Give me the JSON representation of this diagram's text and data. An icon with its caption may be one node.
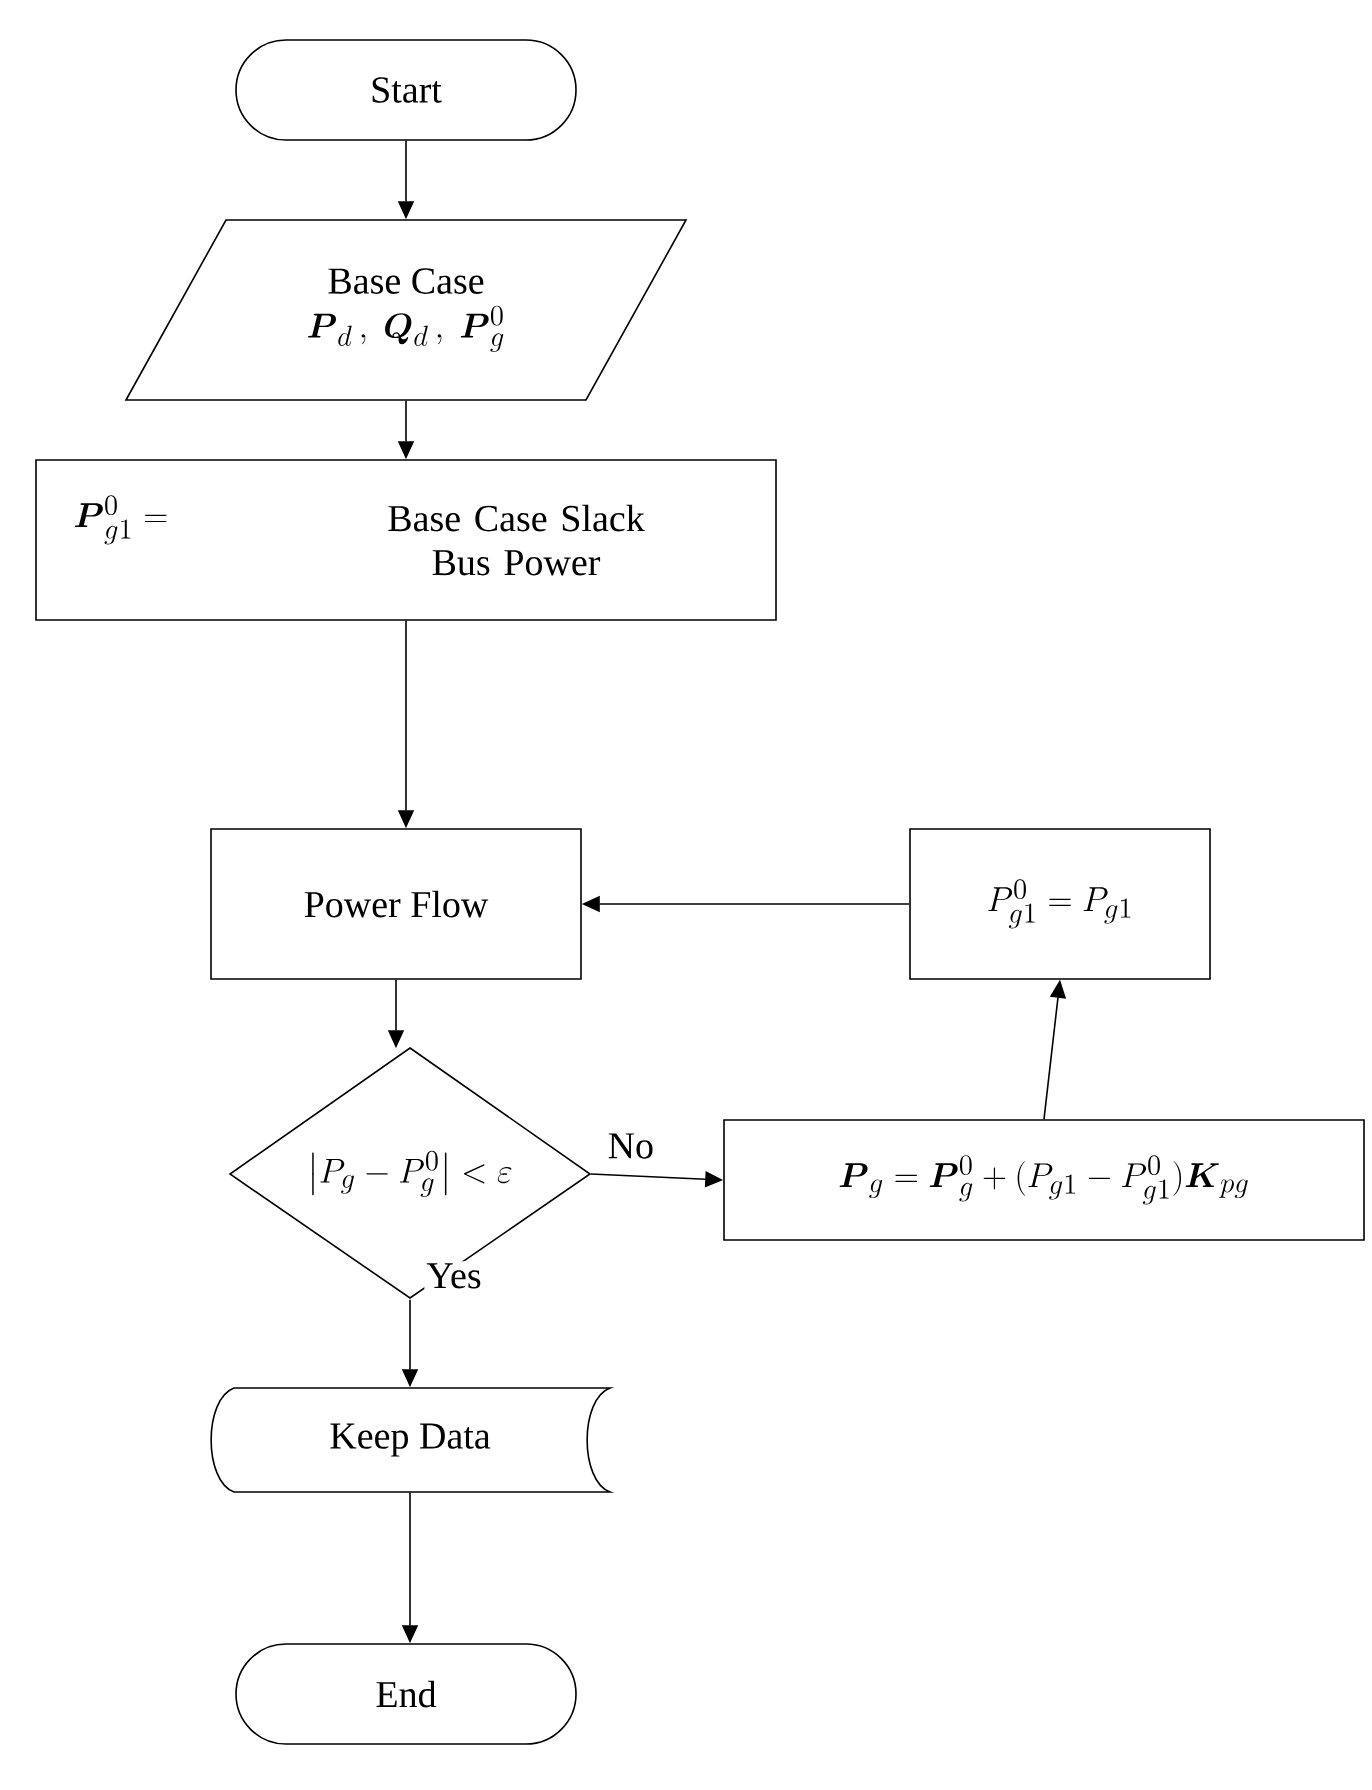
{
  "diagram": {
    "nodes": [
      {
        "text": [
          "Start"
        ]
      },
      {
        "text": [
          "Base Case",
          "\\boldsymbol{P}_d\\,,\\ \\boldsymbol{Q}_d\\,,\\ \\boldsymbol{P}_g^0"
        ]
      },
      {
        "text": [
          "\\boldsymbol{P}_{g1}^0 =",
          "Base Case Slack Bus Power"
        ]
      },
      {
        "text": [
          "Power Flow"
        ]
      },
      {
        "text": [
          "\\left|P_g - P_g^0\\right| < \\varepsilon"
        ]
      },
      {
        "text": [
          "\\boldsymbol{P}_g = \\boldsymbol{P}_g^0 + (P_{g1} - P_{g1}^0)\\boldsymbol{K}_{pg}"
        ]
      },
      {
        "text": [
          "P_{g1}^0 = P_{g1}"
        ]
      },
      {
        "text": [
          "Keep Data"
        ]
      },
      {
        "text": [
          "End"
        ]
      }
    ],
    "edges": [
      {
        "from": 0,
        "to": 1,
        "arrow": "to"
      },
      {
        "from": 1,
        "to": 2,
        "arrow": "to"
      },
      {
        "from": 2,
        "to": 3,
        "arrow": "to"
      },
      {
        "from": 3,
        "to": 4,
        "arrow": "to"
      },
      {
        "from": 4,
        "to": 5,
        "arrow": "to",
        "label": "No"
      },
      {
        "from": 5,
        "to": 6,
        "arrow": "to"
      },
      {
        "from": 6,
        "to": 3,
        "arrow": "to"
      },
      {
        "from": 4,
        "to": 7,
        "arrow": "to",
        "label": "Yes"
      },
      {
        "from": 7,
        "to": 8,
        "arrow": "to"
      }
    ]
  }
}
